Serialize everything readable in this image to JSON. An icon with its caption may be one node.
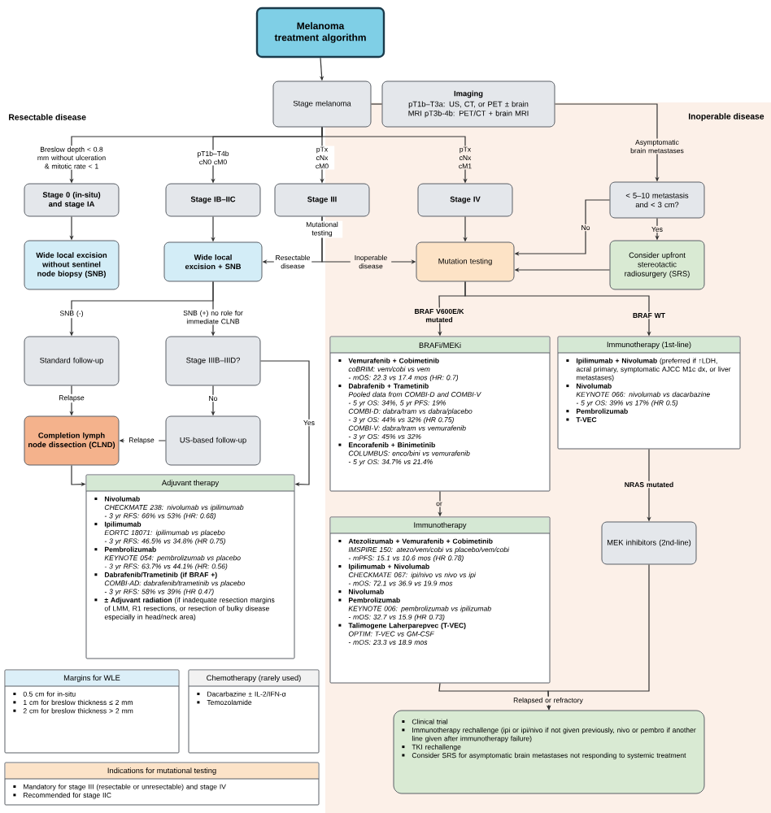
{
  "diagram": {
    "nodes": [
      {
        "text": [
          "Melanoma treatment algorithm"
        ]
      },
      {
        "text": [
          "Stage melanoma"
        ]
      },
      {
        "text": [
          "Imaging",
          "pT1b–T3a: US, CT, or PET ± brain MRI pT3b-4b: PET/CT + brain MRI"
        ]
      },
      {
        "text": [
          "Stage 0 (in-situ) and stage IA"
        ]
      },
      {
        "text": [
          "Stage IB–IIC"
        ]
      },
      {
        "text": [
          "Stage III"
        ]
      },
      {
        "text": [
          "Stage IV"
        ]
      },
      {
        "text": [
          "< 5–10 metastasis and < 3 cm?"
        ]
      },
      {
        "text": [
          "Wide local excision without sentinel node biopsy (SNB)"
        ]
      },
      {
        "text": [
          "Wide local excision + SNB"
        ]
      },
      {
        "text": [
          "Mutation testing"
        ]
      },
      {
        "text": [
          "Consider upfront stereotactic radiosurgery (SRS)"
        ]
      },
      {
        "text": [
          "Standard follow-up"
        ]
      },
      {
        "text": [
          "Stage IIIB–IIID?"
        ]
      },
      {
        "text": [
          "Completion lymph node dissection (CLND)"
        ]
      },
      {
        "text": [
          "US-based follow-up"
        ]
      },
      {
        "text": [
          "Adjuvant therapy",
          "Nivolumab",
          "CHECKMATE 238: nivolumab vs ipilimumab",
          "- 3 yr RFS: 66% vs 53% (HR: 0.68)",
          "Ipilimumab",
          "EORTC 18071: ipilimumab vs placebo",
          "- 3 yr RFS: 46.5% vs 34.8% (HR 0.75)",
          "Pembrolizumab",
          "KEYNOTE 054: pembrolizumab vs placebo",
          "- 3 yr RFS: 63.7% vs 44.1% (HR: 0.56)",
          "Dabrafenib/Trametinib (if BRAF +)",
          "COMBI-AD: dabrafenib/trametinib vs placebo",
          "- 3 yr RFS: 58% vs 39% (HR 0.47)",
          "**± Adjuvant radiation** (if inadequate resection margins of LMM, R1 resections, or resection of bulky disease especially in head/neck area)"
        ]
      },
      {
        "text": [
          "BRAFi/MEKi",
          "Vemurafenib + Cobimetinib",
          "coBRIM: vem/cobi vs vem",
          "- mOS: 22.3 vs 17.4 mos (HR: 0.7)",
          "Dabrafenib + Trametinib",
          "Pooled data from COMBI-D and COMBI-V",
          "- 5 yr OS: 34%, 5 yr PFS: 19%",
          "COMBI-D: dabra/tram vs dabra/placebo",
          "- 3 yr OS: 44% vs 32% (HR 0.75)",
          "COMBI-V: dabra/tram vs vemurafenib",
          "- 3 yr OS: 45% vs 32%",
          "Encorafenib + Binimetinib",
          "COLUMBUS: enco/bini vs vemurafenib",
          "- 5 yr OS: 34.7% vs 21.4%"
        ]
      },
      {
        "text": [
          "Immunotherapy (1st-line)",
          "**Ipilimumab + Nivolumab** (preferred if ↑LDH, acral primary, symptomatic AJCC M1c dx, or liver metastases)",
          "Nivolumab",
          "KEYNOTE 066: nivolumab vs dacarbazine",
          "- 5 yr OS: 39% vs 17% (HR 0.5)",
          "Pembrolizumab",
          "T-VEC"
        ]
      },
      {
        "text": [
          "Immunotherapy",
          "Atezolizumab + Vemurafenib + Cobimetinib",
          "IMSPIRE 150: atezo/vem/cobi vs placebo/vem/cobi",
          "- mPFS: 15.1 vs 10.6 mos (HR 0.78)",
          "Ipilimumab + Nivolumab",
          "CHECKMATE 067: ipi/nivo vs nivo vs ipi",
          "- mOS: 72.1 vs 36.9 vs 19.9 mos",
          "Nivolumab",
          "Pembrolizumab",
          "KEYNOTE 006: pembrolizumab vs ipilizumab",
          "- mOS: 32.7 vs 15.9 (HR 0.73)",
          "Talimogene Laherparepvec (T-VEC)",
          "OPTIM: T-VEC vs GM-CSF",
          "- mOS: 23.3 vs 18.9 mos"
        ]
      },
      {
        "text": [
          "MEK inhibitors (2nd-line)"
        ]
      },
      {
        "text": [
          "Clinical trial",
          "Immunotherapy rechallenge (ipi or ipi/nivo if not given previously, nivo or pembro if another line given after immunotherapy failure)",
          "TKI rechallenge",
          "Consider SRS for asymptomatic brain metastases not responding to systemic treatment"
        ]
      },
      {
        "text": [
          "Margins for WLE",
          "0.5 cm for in-situ",
          "1 cm for breslow thickness ≤ 2 mm",
          "2 cm for breslow thickness > 2 mm"
        ]
      },
      {
        "text": [
          "Chemotherapy (rarely used)",
          "Dacarbazine ± IL-2/IFN-α",
          "Temozolamide"
        ]
      },
      {
        "text": [
          "Indications for mutational testing",
          "Mandatory for stage III (resectable or unresectable) and stage IV",
          "Recommended for stage IIC"
        ]
      }
    ],
    "edges": [
      {
        "from": 0,
        "to": 1,
        "arrow": "to"
      },
      {
        "from": 1,
        "to": 2,
        "arrow": "none"
      },
      {
        "from": 2,
        "to": 7,
        "arrow": "to",
        "label": "Asymptomatic brain metastases"
      },
      {
        "from": 1,
        "to": 3,
        "arrow": "to",
        "label": "Breslow depth < 0.8 mm without ulceration & mitotic rate < 1"
      },
      {
        "from": 1,
        "to": 4,
        "arrow": "to",
        "label": "pT1b–T4b cN0 cM0"
      },
      {
        "from": 1,
        "to": 5,
        "arrow": "to",
        "label": "pTx cNx cM0"
      },
      {
        "from": 1,
        "to": 6,
        "arrow": "to",
        "label": "pTx cNx cM1"
      },
      {
        "from": 3,
        "to": 8,
        "arrow": "to"
      },
      {
        "from": 4,
        "to": 9,
        "arrow": "to"
      },
      {
        "from": 5,
        "to": 9,
        "arrow": "to",
        "label": "Resectable disease"
      },
      {
        "from": 5,
        "to": 10,
        "arrow": "to",
        "label": "Inoperable disease"
      },
      {
        "from": 6,
        "to": 10,
        "arrow": "to"
      },
      {
        "from": 7,
        "to": 10,
        "arrow": "to",
        "label": "No"
      },
      {
        "from": 7,
        "to": 11,
        "arrow": "to",
        "label": "Yes"
      },
      {
        "from": 11,
        "to": 10,
        "arrow": "to"
      },
      {
        "from": 10,
        "to": 17,
        "arrow": "to",
        "label": "BRAF V600E/K mutated"
      },
      {
        "from": 10,
        "to": 18,
        "arrow": "to",
        "label": "BRAF WT"
      },
      {
        "from": 17,
        "to": 19,
        "arrow": "to",
        "label": "or"
      },
      {
        "from": 18,
        "to": 20,
        "arrow": "to",
        "label": "NRAS mutated"
      },
      {
        "from": 19,
        "to": 21,
        "arrow": "to",
        "label": "Relapsed or refractory"
      },
      {
        "from": 20,
        "to": 21,
        "arrow": "to"
      },
      {
        "from": 9,
        "to": 12,
        "arrow": "to",
        "label": "SNB (-)"
      },
      {
        "from": 9,
        "to": 13,
        "arrow": "to",
        "label": "SNB (+) no role for immediate CLNB"
      },
      {
        "from": 12,
        "to": 14,
        "arrow": "to",
        "label": "Relapse"
      },
      {
        "from": 13,
        "to": 15,
        "arrow": "to",
        "label": "No"
      },
      {
        "from": 15,
        "to": 14,
        "arrow": "to",
        "label": "Relapse"
      },
      {
        "from": 13,
        "to": 16,
        "arrow": "to",
        "label": "Yes"
      },
      {
        "from": 14,
        "to": 16,
        "arrow": "to"
      }
    ],
    "labels": [
      "Resectable disease",
      "Inoperable disease",
      "Mutational testing"
    ]
  }
}
